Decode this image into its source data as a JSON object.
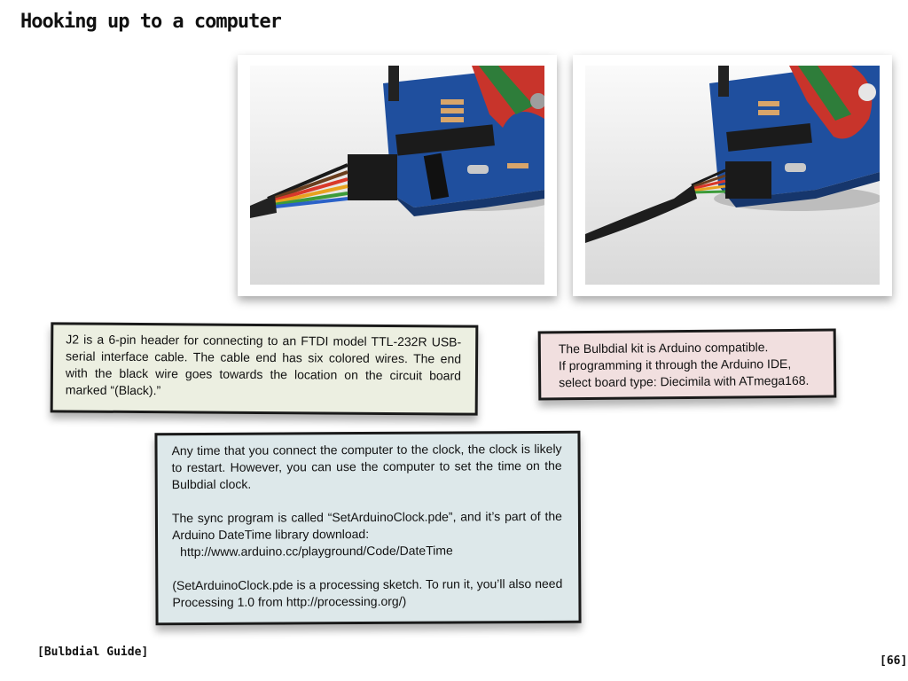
{
  "title": "Hooking up to a computer",
  "note_j2": "J2 is a 6-pin header for connecting to an FTDI model TTL-232R USB-serial interface cable. The cable end has six colored wires. The end with the black wire goes towards the location on the circuit board marked “(Black).”",
  "note_arduino": {
    "line1": "The Bulbdial kit is Arduino compatible.",
    "line2": "If programming it through the Arduino IDE,",
    "line3": "select board type:  Diecimila with ATmega168."
  },
  "note_computer": {
    "p1": "Any time that you connect the computer to the clock, the clock is likely to restart.  However, you can use the computer to set the time on the Bulbdial clock.",
    "p2": "The sync program is called “SetArduinoClock.pde”, and it’s part of the Arduino DateTime library download:",
    "url": "http://www.arduino.cc/playground/Code/DateTime",
    "p3": "(SetArduinoClock.pde is a processing sketch.  To run it, you’ll also need Processing 1.0 from http://processing.org/)"
  },
  "footer_left": "[Bulbdial Guide]",
  "footer_right": "[66]",
  "colors": {
    "note_j2_bg": "#ecefe1",
    "note_arduino_bg": "#f1dfdf",
    "note_computer_bg": "#dde8ea",
    "pcb_blue": "#1f4f9e",
    "dial_red": "#c8342b"
  }
}
